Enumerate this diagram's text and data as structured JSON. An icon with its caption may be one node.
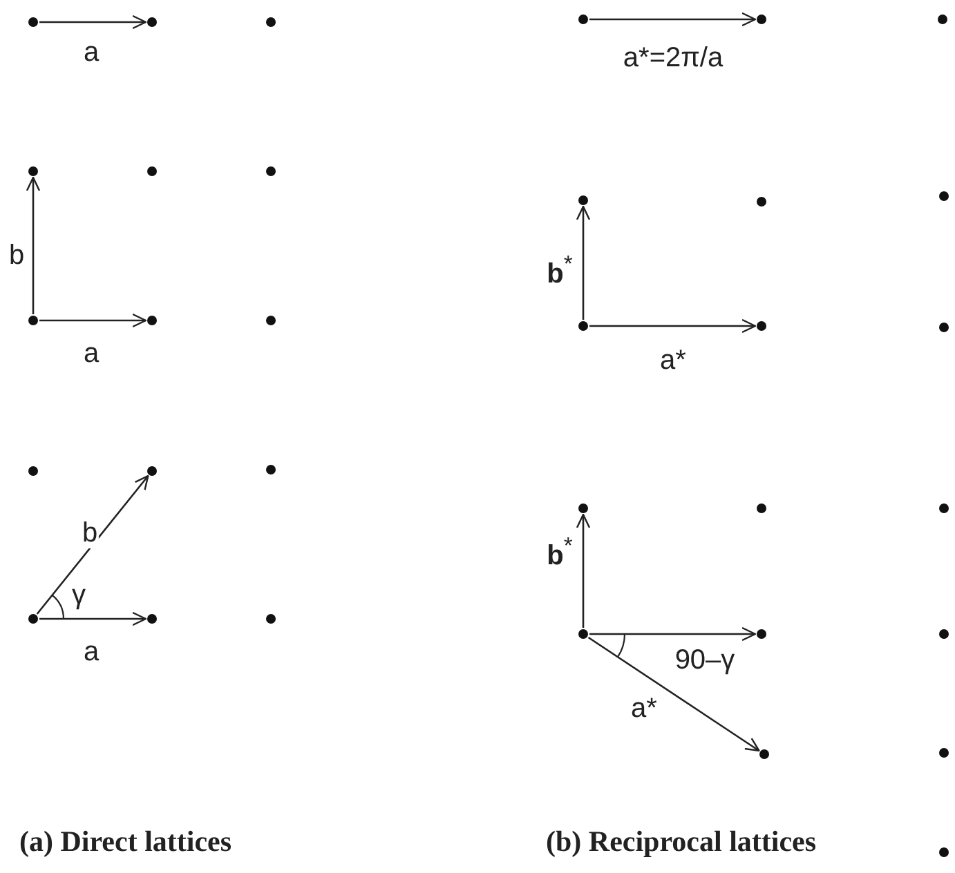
{
  "diagram": {
    "nodes": [
      {
        "text": [],
        "shape": "circle"
      },
      {
        "text": [],
        "shape": "circle"
      },
      {
        "text": [],
        "shape": "circle"
      },
      {
        "text": [],
        "shape": "circle"
      },
      {
        "text": [],
        "shape": "circle"
      },
      {
        "text": [],
        "shape": "circle"
      },
      {
        "text": [],
        "shape": "circle"
      },
      {
        "text": [],
        "shape": "circle"
      },
      {
        "text": [],
        "shape": "circle"
      },
      {
        "text": [],
        "shape": "circle"
      },
      {
        "text": [],
        "shape": "circle"
      },
      {
        "text": [],
        "shape": "circle"
      },
      {
        "text": [],
        "shape": "circle"
      },
      {
        "text": [],
        "shape": "circle"
      },
      {
        "text": [],
        "shape": "circle"
      },
      {
        "text": [],
        "shape": "circle"
      },
      {
        "text": [],
        "shape": "circle"
      },
      {
        "text": [],
        "shape": "circle"
      },
      {
        "text": [],
        "shape": "circle"
      },
      {
        "text": [],
        "shape": "circle"
      },
      {
        "text": [],
        "shape": "circle"
      },
      {
        "text": [],
        "shape": "circle"
      },
      {
        "text": [],
        "shape": "circle"
      },
      {
        "text": [],
        "shape": "circle"
      },
      {
        "text": [],
        "shape": "circle"
      },
      {
        "text": [],
        "shape": "circle"
      },
      {
        "text": [],
        "shape": "circle"
      },
      {
        "text": [],
        "shape": "circle"
      },
      {
        "text": [],
        "shape": "circle"
      },
      {
        "text": [],
        "shape": "circle"
      },
      {
        "text": [],
        "shape": "circle"
      },
      {
        "text": [],
        "shape": "circle"
      },
      {
        "text": [],
        "shape": "circle"
      }
    ],
    "edges": [
      {
        "from": 0,
        "to": 1,
        "arrow": "to",
        "label": "a"
      },
      {
        "from": 6,
        "to": 7,
        "arrow": "to",
        "label": "a"
      },
      {
        "from": 6,
        "to": 3,
        "arrow": "to",
        "label": "b"
      },
      {
        "from": 12,
        "to": 13,
        "arrow": "to",
        "label": "a"
      },
      {
        "from": 12,
        "to": 10,
        "arrow": "to",
        "label": "b"
      },
      {
        "from": 15,
        "to": 16,
        "arrow": "to",
        "label": "a*=2π/a"
      },
      {
        "from": 21,
        "to": 22,
        "arrow": "to",
        "label": "a*"
      },
      {
        "from": 21,
        "to": 18,
        "arrow": "to",
        "label": "**b**$^{*}$"
      },
      {
        "from": 27,
        "to": 28,
        "arrow": "to"
      },
      {
        "from": 27,
        "to": 24,
        "arrow": "to",
        "label": "**b**$^{*}$"
      },
      {
        "from": 27,
        "to": 30,
        "arrow": "to",
        "label": "a*"
      }
    ],
    "labels": [
      "γ",
      "90–γ",
      "(a) Direct lattices",
      "(b) Reciprocal lattices"
    ]
  }
}
